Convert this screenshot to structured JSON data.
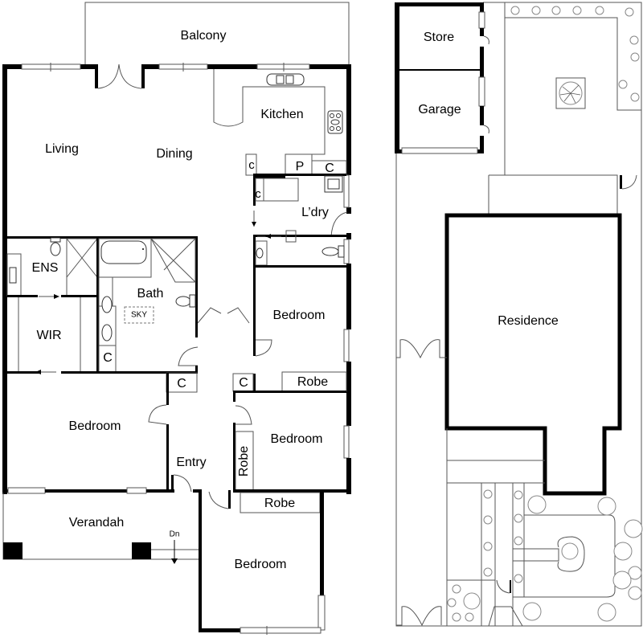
{
  "floor_plan": {
    "main_residence": {
      "rooms": {
        "balcony": "Balcony",
        "living": "Living",
        "dining": "Dining",
        "kitchen": "Kitchen",
        "laundry": "L’dry",
        "pantry": "P",
        "cupboard_kitchen": "C",
        "cupboard_small_1": "c",
        "cupboard_small_2": "c",
        "ensuite": "ENS",
        "wir": "WIR",
        "bath": "Bath",
        "skylight": "SKY",
        "cupboard_bath": "C",
        "bedroom_master": "Bedroom",
        "cupboard_hall_left": "C",
        "cupboard_hall_right": "C",
        "bedroom_east": "Bedroom",
        "robe_east": "Robe",
        "bedroom_middle": "Bedroom",
        "robe_middle_vertical": "Robe",
        "entry": "Entry",
        "robe_front": "Robe",
        "bedroom_front": "Bedroom",
        "verandah": "Verandah",
        "stairs_down": "Dn"
      }
    },
    "site_plan": {
      "rooms": {
        "store": "Store",
        "garage": "Garage",
        "residence": "Residence"
      }
    }
  }
}
